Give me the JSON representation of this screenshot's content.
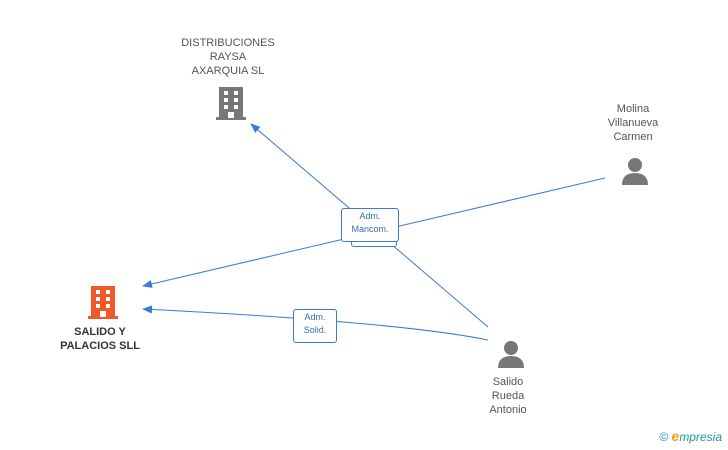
{
  "nodes": {
    "distribuciones": {
      "label": "DISTRIBUCIONES\nRAYSA\nAXARQUIA SL",
      "icon": "building-icon",
      "color": "#777777"
    },
    "salido_palacios": {
      "label": "SALIDO Y\nPALACIOS SLL",
      "icon": "building-icon",
      "color": "#f05a28"
    },
    "molina": {
      "label": "Molina\nVillanueva\nCarmen",
      "icon": "person-icon",
      "color": "#777777"
    },
    "salido_rueda": {
      "label": "Salido\nRueda\nAntonio",
      "icon": "person-icon",
      "color": "#777777"
    }
  },
  "edges": {
    "adm_mancom": {
      "line1": "Adm.",
      "line2": "Mancom."
    },
    "adm_solid": {
      "line1": "Adm.",
      "line2": "Solid."
    }
  },
  "colors": {
    "edge": "#3a7bd5"
  },
  "watermark": {
    "symbol": "©",
    "brand_initial": "e",
    "brand_rest": "mpresia"
  }
}
